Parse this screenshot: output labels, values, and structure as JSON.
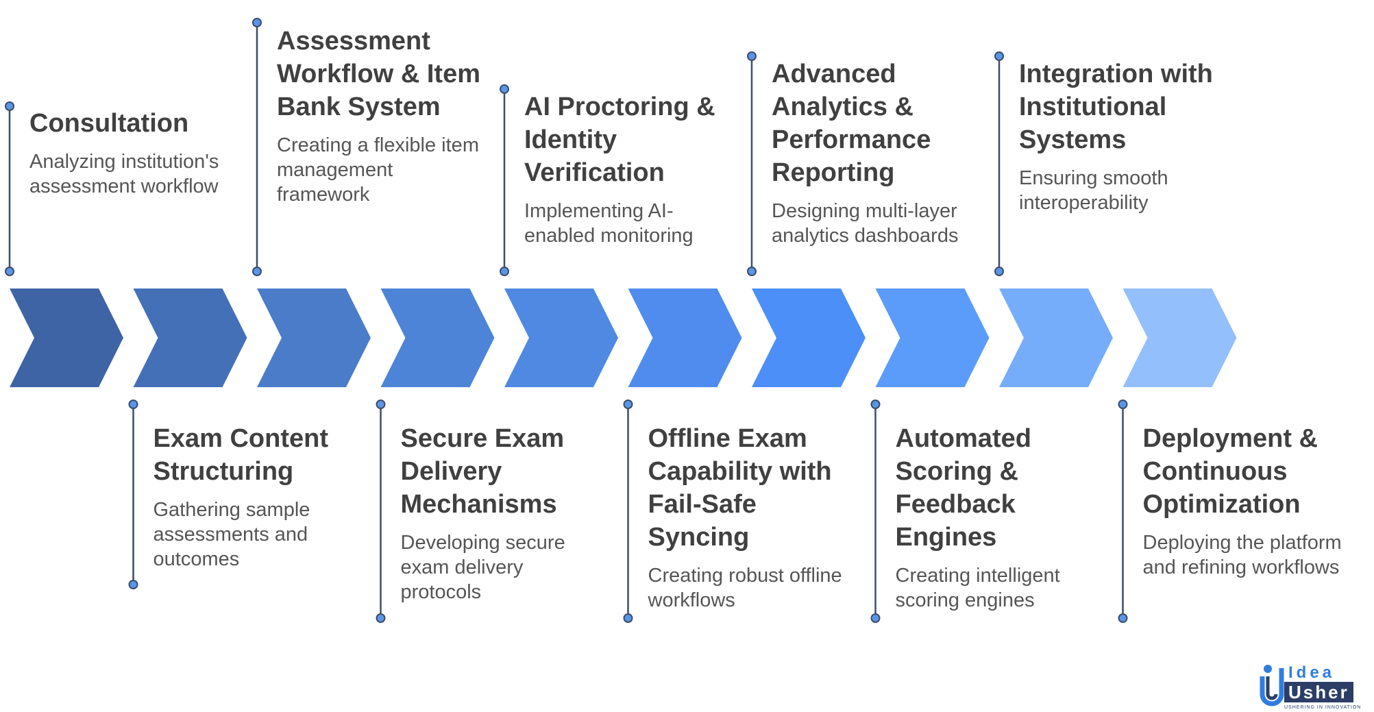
{
  "steps": [
    {
      "title": "Consultation",
      "desc": "Analyzing institution's assessment workflow",
      "position": "top"
    },
    {
      "title": "Exam Content Structuring",
      "desc": "Gathering sample assessments and outcomes",
      "position": "bottom"
    },
    {
      "title": "Assessment Workflow & Item Bank System",
      "desc": "Creating a flexible item management framework",
      "position": "top"
    },
    {
      "title": "Secure Exam Delivery Mechanisms",
      "desc": "Developing secure exam delivery protocols",
      "position": "bottom"
    },
    {
      "title": "AI Proctoring & Identity Verification",
      "desc": "Implementing AI-enabled monitoring",
      "position": "top"
    },
    {
      "title": "Offline Exam Capability with Fail-Safe Syncing",
      "desc": "Creating robust offline workflows",
      "position": "bottom"
    },
    {
      "title": "Advanced Analytics & Performance Reporting",
      "desc": "Designing multi-layer analytics dashboards",
      "position": "top"
    },
    {
      "title": "Automated Scoring & Feedback Engines",
      "desc": "Creating intelligent scoring engines",
      "position": "bottom"
    },
    {
      "title": "Integration with Institutional Systems",
      "desc": "Ensuring smooth interoperability",
      "position": "top"
    },
    {
      "title": "Deployment & Continuous Optimization",
      "desc": "Deploying the platform and refining workflows",
      "position": "bottom"
    }
  ],
  "chevron_colors": [
    "#3e64a6",
    "#4470b8",
    "#4a7cca",
    "#4d84d8",
    "#4f89e2",
    "#4f8ced",
    "#4c8ff8",
    "#5b9bfa",
    "#76adfb",
    "#93bffc"
  ],
  "line_color": "#3a4d6a",
  "dot_color": "#5a95e6",
  "logo": {
    "word1": "Idea",
    "word2": "Usher",
    "tagline": "USHERING IN INNOVATION"
  }
}
